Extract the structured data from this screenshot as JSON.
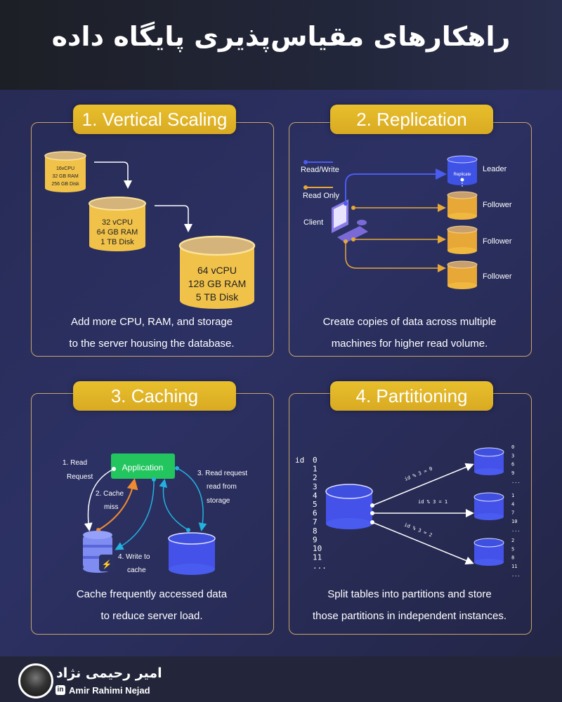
{
  "header": {
    "title": "راهکارهای مقیاس‌پذیری پایگاه داده"
  },
  "colors": {
    "badge_gold": "#e0b428",
    "panel_border": "#c8a46a",
    "db_gold": "#f1c24a",
    "db_blue": "#4a5cf0",
    "read_write": "#4a5cf0",
    "read_only": "#e8a838",
    "app_green": "#22c55e",
    "cache_miss": "#f08a30",
    "cyan": "#22b2e0"
  },
  "sections": [
    {
      "badge": "1. Vertical Scaling",
      "databases": [
        {
          "lines": [
            "16vCPU",
            "32 GB RAM",
            "256 GB Disk"
          ]
        },
        {
          "lines": [
            "32 vCPU",
            "64 GB RAM",
            "1 TB Disk"
          ]
        },
        {
          "lines": [
            "64 vCPU",
            "128 GB RAM",
            "5 TB Disk"
          ]
        }
      ],
      "description": [
        "Add more CPU, RAM, and storage",
        "to the server housing the database."
      ]
    },
    {
      "badge": "2. Replication",
      "legend": [
        {
          "label": "Read/Write"
        },
        {
          "label": "Read Only"
        }
      ],
      "client_label": "Client",
      "leader_label": "Leader",
      "replicate_label": "Replicate",
      "followers": [
        "Follower",
        "Follower",
        "Follower"
      ],
      "description": [
        "Create copies of data across multiple",
        "machines for higher read volume."
      ]
    },
    {
      "badge": "3. Caching",
      "app_label": "Application",
      "steps": [
        {
          "lines": [
            "1.  Read",
            "Request"
          ]
        },
        {
          "lines": [
            "2.  Cache",
            "miss"
          ]
        },
        {
          "lines": [
            "3.  Read request",
            "read from",
            "storage"
          ]
        },
        {
          "lines": [
            "4.  Write to",
            "cache"
          ]
        }
      ],
      "description": [
        "Cache frequently accessed data",
        "to reduce server load."
      ]
    },
    {
      "badge": "4. Partitioning",
      "ids_header": "id",
      "ids": [
        "0",
        "1",
        "2",
        "3",
        "4",
        "5",
        "6",
        "7",
        "8",
        "9",
        "10",
        "11",
        "..."
      ],
      "rules": [
        "id % 3 = 0",
        "id % 3 = 1",
        "id % 3 = 2"
      ],
      "partitions": [
        [
          "0",
          "3",
          "6",
          "9",
          "..."
        ],
        [
          "1",
          "4",
          "7",
          "10",
          "..."
        ],
        [
          "2",
          "5",
          "8",
          "11",
          "..."
        ]
      ],
      "description": [
        "Split tables into partitions and store",
        "those partitions in independent instances."
      ]
    }
  ],
  "footer": {
    "author_fa": "امیر رحیمی نژاد",
    "author_en": "Amir Rahimi Nejad",
    "linkedin_icon": "in"
  }
}
